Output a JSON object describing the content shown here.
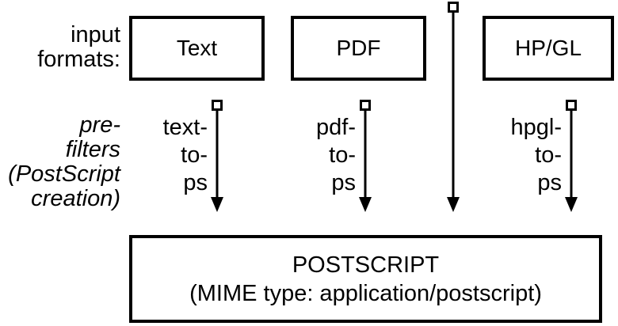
{
  "diagram": {
    "colors": {
      "foreground": "#000000",
      "background": "#ffffff"
    },
    "left_labels": {
      "input_formats": {
        "lines": [
          "input",
          "formats:"
        ]
      },
      "prefilters": {
        "lines": [
          "pre-",
          "filters",
          "(PostScript",
          "creation)"
        ]
      }
    },
    "input_boxes": [
      {
        "label": "Text"
      },
      {
        "label": "PDF"
      },
      {
        "label": "HP/GL"
      }
    ],
    "filter_labels": [
      {
        "lines": [
          "text-",
          "to-",
          "ps"
        ]
      },
      {
        "lines": [
          "pdf-",
          "to-",
          "ps"
        ]
      },
      {
        "lines": [
          "hpgl-",
          "to-",
          "ps"
        ]
      }
    ],
    "output_box": {
      "title": "POSTSCRIPT",
      "subtitle": "(MIME type: application/postscript)"
    }
  }
}
